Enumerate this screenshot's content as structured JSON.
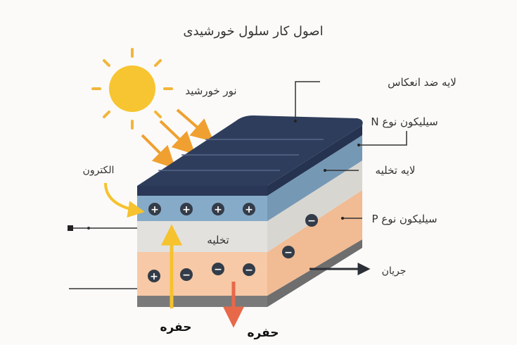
{
  "title": "اصول کار سلول خورشیدی",
  "labels": {
    "sunlight": "نور خورشید",
    "electron": "الکترون",
    "anti_reflective": "لایه ضد انعکاس",
    "n_type": "سیلیکون نوع N",
    "depletion_layer": "لایه تخلیه",
    "p_type": "سیلیکون نوع P",
    "current": "جریان",
    "depletion_center": "تخلیه",
    "hole_left": "حفره",
    "hole_right": "حفره"
  },
  "charges": {
    "plus": "+",
    "minus": "−"
  },
  "colors": {
    "sun": "#f7c531",
    "sun_ray": "#f2b53a",
    "light_arrow": "#f0a030",
    "top_panel": "#2f3d5c",
    "n_layer": "#86abc8",
    "depletion": "#e3e1dd",
    "p_layer": "#f7c9a6",
    "base": "#7a7a7a",
    "hole_arrow_up": "#f6c22d",
    "hole_arrow_down": "#e8684a",
    "charge": "#333c48"
  }
}
